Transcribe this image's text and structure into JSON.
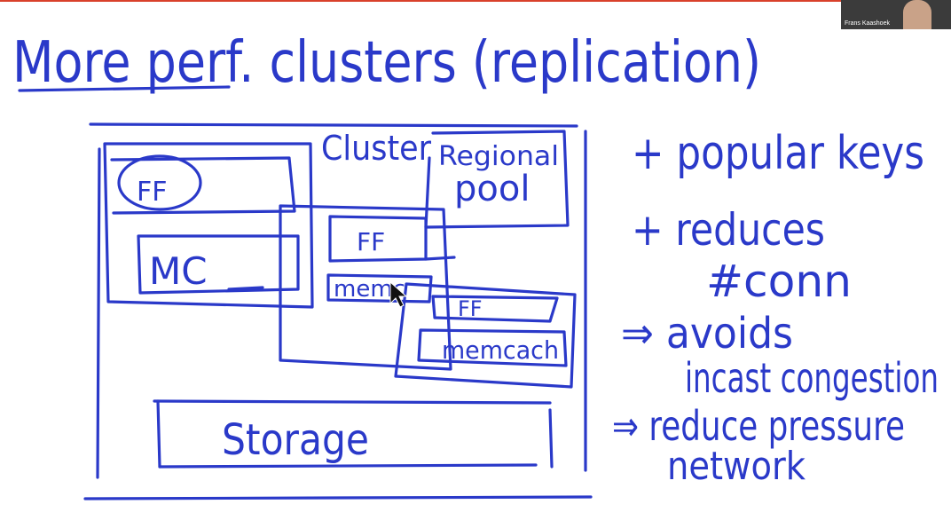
{
  "colors": {
    "ink": "#2a39c9",
    "top_bar": "#d9412b",
    "background": "#ffffff"
  },
  "video": {
    "participant_name": "Frans Kaashoek"
  },
  "whiteboard": {
    "title": "More perf. clusters (replication)",
    "diagram": {
      "cluster_label": "Cluster",
      "regional_pool_label_line1": "Regional",
      "regional_pool_label_line2": "pool",
      "ff_top": "FF",
      "mc_label": "MC",
      "ff_mid": "FF",
      "memc_mid": "memc",
      "ff_right": "FF",
      "memcache_right": "memcach",
      "storage_label": "Storage"
    },
    "notes": [
      "+ popular keys",
      "+ reduces",
      "#conn",
      "⇒ avoids",
      "incast congestion",
      "⇒ reduce pressure",
      "network"
    ]
  }
}
